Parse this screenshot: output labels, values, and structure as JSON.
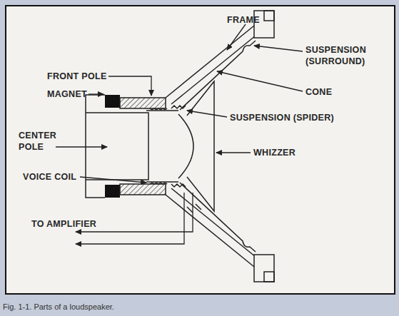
{
  "diagram": {
    "caption": "Fig. 1-1. Parts of a loudspeaker.",
    "labels": [
      "FRAME",
      "FRONT POLE",
      "SUSPENSION (SURROUND)",
      "MAGNET",
      "CONE",
      "SUSPENSION (SPIDER)",
      "CENTER POLE",
      "WHIZZER",
      "VOICE COIL",
      "TO AMPLIFIER"
    ]
  }
}
